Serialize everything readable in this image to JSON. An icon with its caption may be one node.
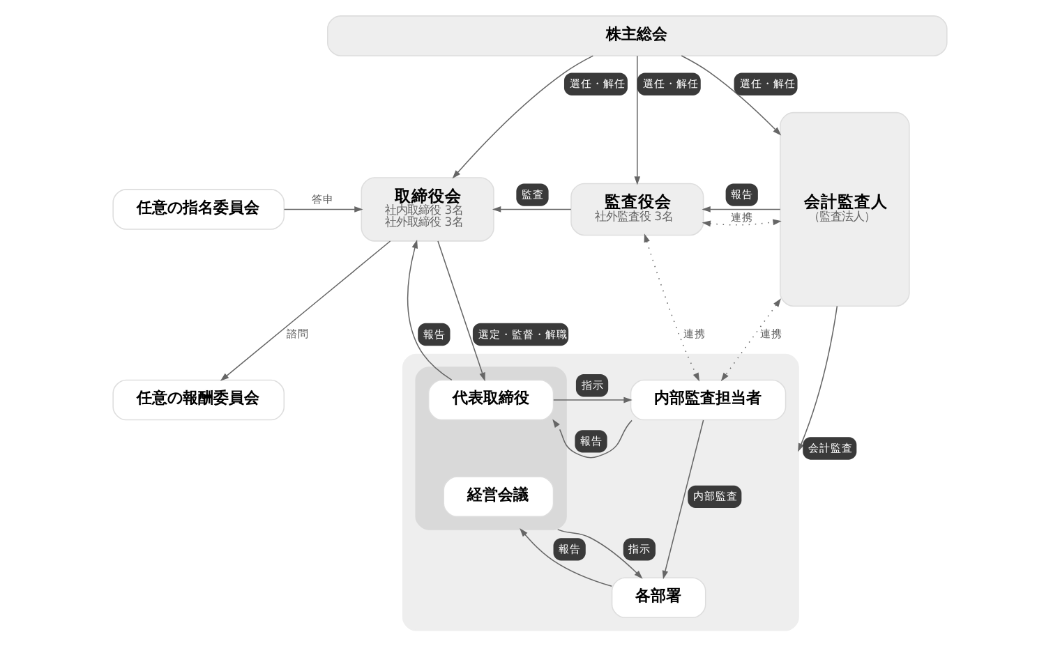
{
  "diagram": {
    "nodes": [
      {
        "text": [
          "株主総会"
        ]
      },
      {
        "text": [
          "任意の指名委員会"
        ]
      },
      {
        "text": [
          "任意の報酬委員会"
        ]
      },
      {
        "text": [
          "取締役会",
          "社内取締役 3名",
          "社外取締役 3名"
        ]
      },
      {
        "text": [
          "監査役会",
          "社外監査役 3名"
        ]
      },
      {
        "text": [
          "会計監査人",
          "（監査法人）"
        ]
      },
      {
        "text": [],
        "shape": "box"
      },
      {
        "text": [],
        "shape": "box",
        "in": 6
      },
      {
        "text": [
          "代表取締役"
        ],
        "in": 7
      },
      {
        "text": [
          "経営会議"
        ],
        "in": 7
      },
      {
        "text": [
          "内部監査担当者"
        ],
        "in": 6
      },
      {
        "text": [
          "各部署"
        ],
        "in": 6
      }
    ],
    "edges": [
      {
        "from": 0,
        "to": 3,
        "arrow": "to",
        "label": "選任・解任"
      },
      {
        "from": 0,
        "to": 4,
        "arrow": "to",
        "label": "選任・解任"
      },
      {
        "from": 0,
        "to": 5,
        "arrow": "to",
        "label": "選任・解任"
      },
      {
        "from": 1,
        "to": 3,
        "arrow": "to",
        "label": "答申"
      },
      {
        "from": 3,
        "to": 2,
        "arrow": "to",
        "label": "諮問"
      },
      {
        "from": 4,
        "to": 3,
        "arrow": "to",
        "label": "監査"
      },
      {
        "from": 4,
        "to": 5,
        "arrow": "both",
        "label": "連携",
        "style": "dashed"
      },
      {
        "from": 5,
        "to": 4,
        "arrow": "to",
        "label": "報告"
      },
      {
        "from": 8,
        "to": 3,
        "arrow": "to",
        "label": "報告"
      },
      {
        "from": 3,
        "to": 8,
        "arrow": "to",
        "label": "選定・監督・解職"
      },
      {
        "from": 10,
        "to": 8,
        "arrow": "to",
        "label": "報告"
      },
      {
        "from": 8,
        "to": 10,
        "arrow": "to",
        "label": "指示"
      },
      {
        "from": 4,
        "to": 10,
        "arrow": "both",
        "label": "連携",
        "style": "dashed"
      },
      {
        "from": 10,
        "to": 5,
        "arrow": "both",
        "label": "連携",
        "style": "dashed"
      },
      {
        "from": 10,
        "to": 11,
        "arrow": "to",
        "label": "内部監査"
      },
      {
        "from": 5,
        "to": 6,
        "arrow": "to",
        "label": "会計監査"
      },
      {
        "from": 11,
        "to": 7,
        "arrow": "to",
        "label": "報告"
      },
      {
        "from": 7,
        "to": 11,
        "arrow": "to",
        "label": "指示"
      }
    ]
  }
}
